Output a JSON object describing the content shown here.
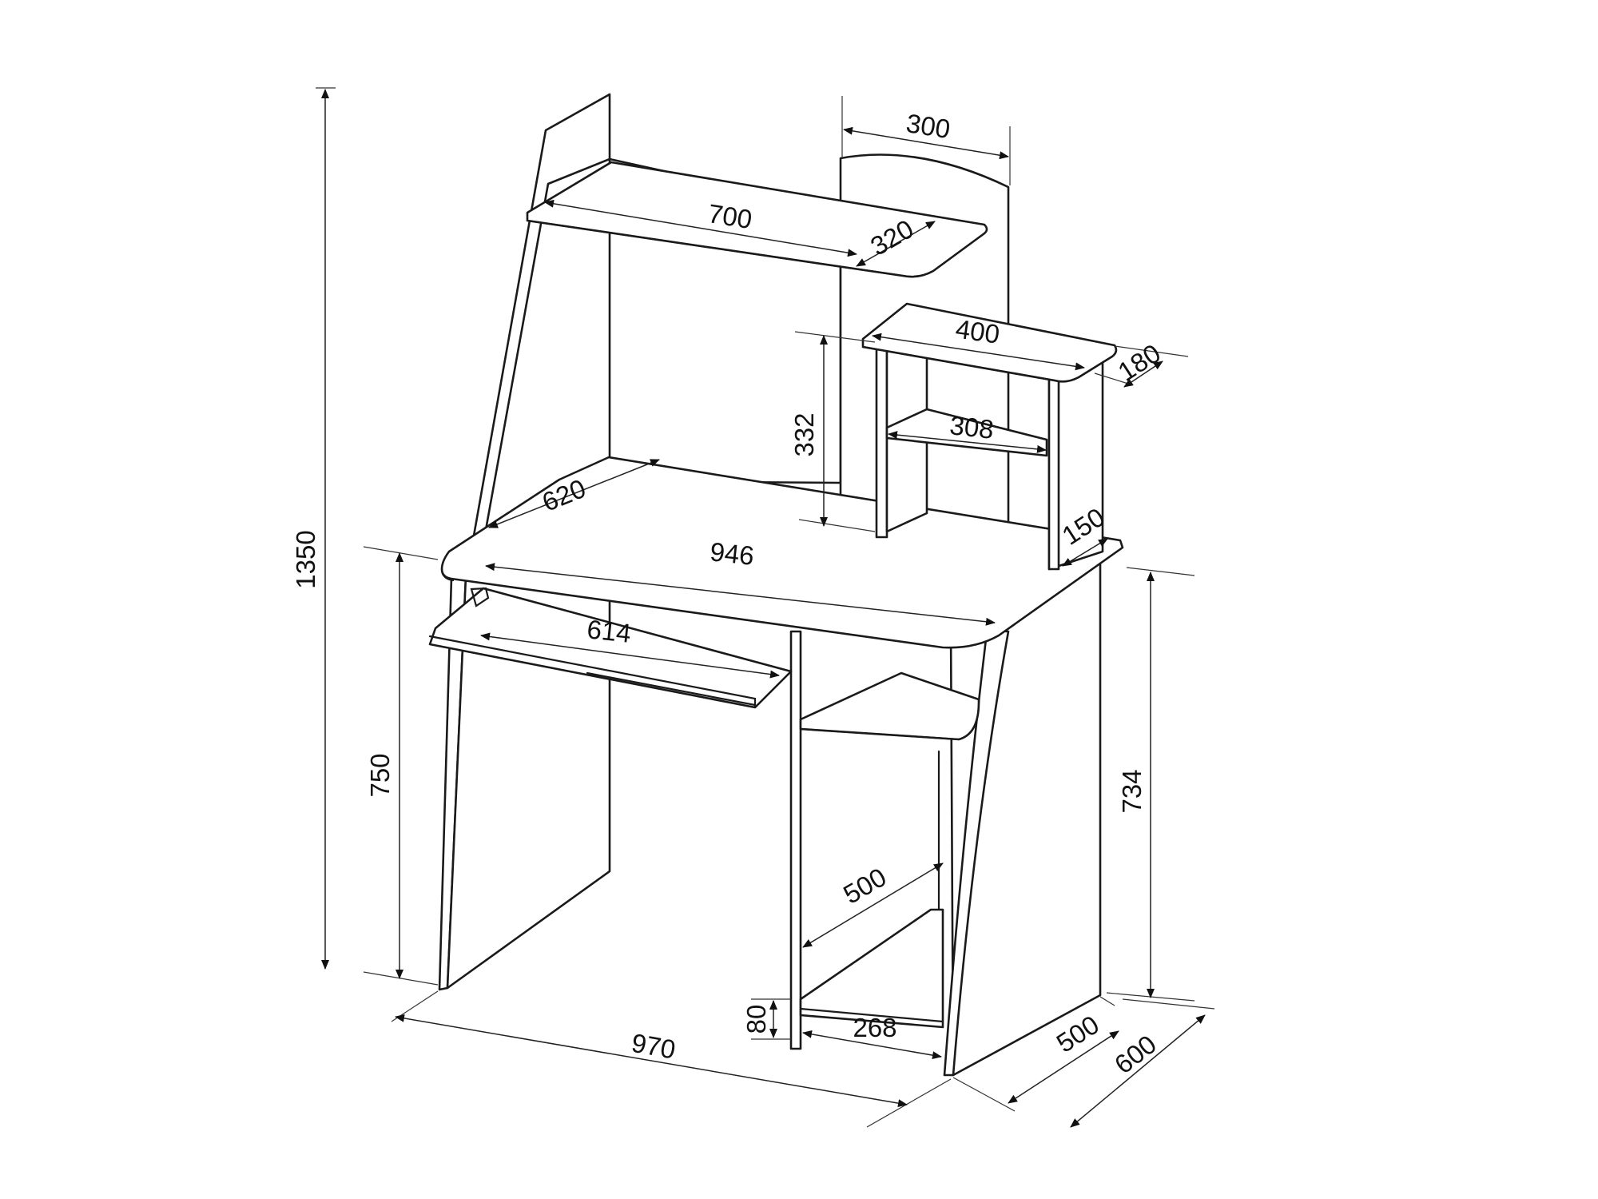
{
  "dimensions": {
    "total_height": "1350",
    "hutch_width": "700",
    "upper_shelf_depth": "320",
    "side_panel_width": "300",
    "small_shelf_width": "400",
    "small_shelf_depth": "180",
    "shelf_unit_height": "332",
    "inner_shelf_width": "308",
    "desktop_depth": "620",
    "desktop_width": "946",
    "post_width": "150",
    "keyboard_tray_width": "614",
    "desk_height": "750",
    "pedestal_height": "734",
    "cpu_niche_depth": "500",
    "plinth_height": "80",
    "niche_width": "268",
    "overall_width": "970",
    "pedestal_depth": "500",
    "overall_depth": "600"
  }
}
